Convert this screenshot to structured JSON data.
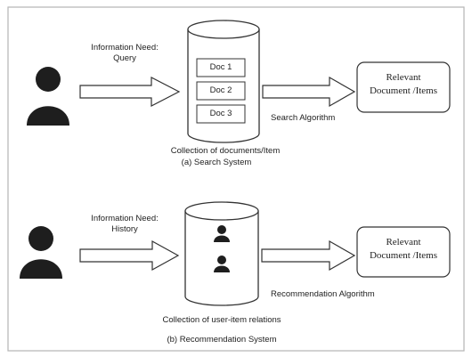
{
  "search": {
    "info_need_title": "Information Need:",
    "info_need_value": "Query",
    "docs": [
      "Doc 1",
      "Doc 2",
      "Doc 3"
    ],
    "algorithm": "Search Algorithm",
    "collection": "Collection of documents/Item",
    "caption": "(a)  Search System",
    "result_line1": "Relevant",
    "result_line2": "Document /Items"
  },
  "recommendation": {
    "info_need_title": "Information Need:",
    "info_need_value": "History",
    "algorithm": "Recommendation Algorithm",
    "collection": "Collection of user-item relations",
    "caption": "(b) Recommendation System",
    "result_line1": "Relevant",
    "result_line2": "Document /Items"
  },
  "colors": {
    "figure": "#1e1e1e",
    "stroke": "#333333",
    "border": "#b5b5b5"
  }
}
